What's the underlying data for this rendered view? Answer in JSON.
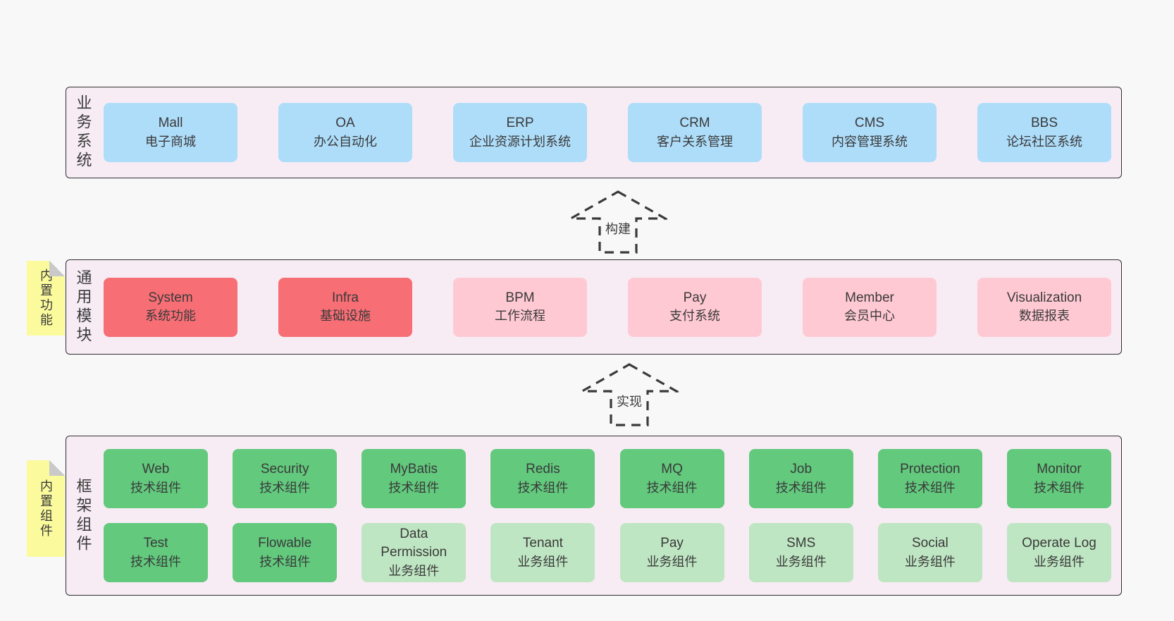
{
  "colors": {
    "page_bg": "#f8f8f8",
    "band_bg": "#f7ecf4",
    "band_border": "#2f2f2f",
    "blue": "#aeddfa",
    "red": "#f76e75",
    "pink": "#ffc9d3",
    "green": "#62c97d",
    "green_light": "#bfe6c3",
    "sticky_yellow": "#fbfb9d",
    "sticky_fold": "#c9c9c9",
    "text_color": "#3a3a3a",
    "arrow_color": "#3a3a3a"
  },
  "bands": [
    {
      "label": "业务系统",
      "sticky": null,
      "rows": [
        [
          {
            "en": "Mall",
            "cn": "电子商城",
            "variant": "blue"
          },
          {
            "en": "OA",
            "cn": "办公自动化",
            "variant": "blue"
          },
          {
            "en": "ERP",
            "cn": "企业资源计划系统",
            "variant": "blue"
          },
          {
            "en": "CRM",
            "cn": "客户关系管理",
            "variant": "blue"
          },
          {
            "en": "CMS",
            "cn": "内容管理系统",
            "variant": "blue"
          },
          {
            "en": "BBS",
            "cn": "论坛社区系统",
            "variant": "blue"
          }
        ]
      ]
    },
    {
      "label": "通用模块",
      "sticky": "内置功能",
      "rows": [
        [
          {
            "en": "System",
            "cn": "系统功能",
            "variant": "red"
          },
          {
            "en": "Infra",
            "cn": "基础设施",
            "variant": "red"
          },
          {
            "en": "BPM",
            "cn": "工作流程",
            "variant": "pink"
          },
          {
            "en": "Pay",
            "cn": "支付系统",
            "variant": "pink"
          },
          {
            "en": "Member",
            "cn": "会员中心",
            "variant": "pink"
          },
          {
            "en": "Visualization",
            "cn": "数据报表",
            "variant": "pink"
          }
        ]
      ]
    },
    {
      "label": "框架组件",
      "sticky": "内置组件",
      "rows": [
        [
          {
            "en": "Web",
            "cn": "技术组件",
            "variant": "green"
          },
          {
            "en": "Security",
            "cn": "技术组件",
            "variant": "green"
          },
          {
            "en": "MyBatis",
            "cn": "技术组件",
            "variant": "green"
          },
          {
            "en": "Redis",
            "cn": "技术组件",
            "variant": "green"
          },
          {
            "en": "MQ",
            "cn": "技术组件",
            "variant": "green"
          },
          {
            "en": "Job",
            "cn": "技术组件",
            "variant": "green"
          },
          {
            "en": "Protection",
            "cn": "技术组件",
            "variant": "green"
          },
          {
            "en": "Monitor",
            "cn": "技术组件",
            "variant": "green"
          }
        ],
        [
          {
            "en": "Test",
            "cn": "技术组件",
            "variant": "green"
          },
          {
            "en": "Flowable",
            "cn": "技术组件",
            "variant": "green"
          },
          {
            "en": "Data Permission",
            "cn": "业务组件",
            "variant": "green-light"
          },
          {
            "en": "Tenant",
            "cn": "业务组件",
            "variant": "green-light"
          },
          {
            "en": "Pay",
            "cn": "业务组件",
            "variant": "green-light"
          },
          {
            "en": "SMS",
            "cn": "业务组件",
            "variant": "green-light"
          },
          {
            "en": "Social",
            "cn": "业务组件",
            "variant": "green-light"
          },
          {
            "en": "Operate Log",
            "cn": "业务组件",
            "variant": "green-light"
          }
        ]
      ]
    }
  ],
  "arrows": [
    {
      "label": "构建"
    },
    {
      "label": "实现"
    }
  ]
}
